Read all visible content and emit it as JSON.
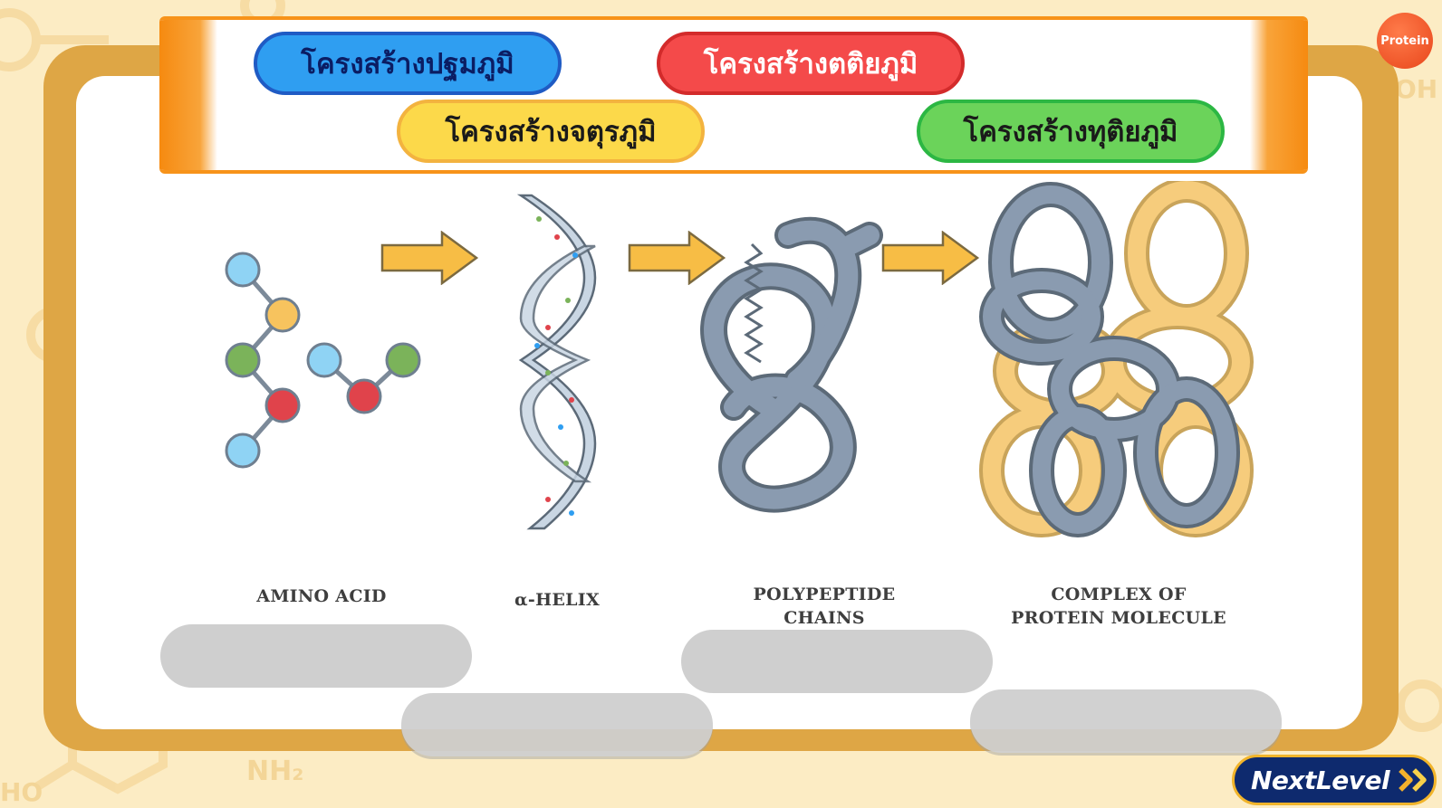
{
  "badge": {
    "label": "Protein"
  },
  "choices": [
    {
      "id": "primary",
      "label": "โครงสร้างปฐมภูมิ",
      "color": "blue"
    },
    {
      "id": "tertiary",
      "label": "โครงสร้างตติยภูมิ",
      "color": "red"
    },
    {
      "id": "quaternary",
      "label": "โครงสร้างจตุรภูมิ",
      "color": "yellow"
    },
    {
      "id": "secondary",
      "label": "โครงสร้างทุติยภูมิ",
      "color": "green"
    }
  ],
  "stages": [
    {
      "label": "AMINO ACID"
    },
    {
      "label": "α-HELIX"
    },
    {
      "label": "POLYPEPTIDE\nCHAINS"
    },
    {
      "label": "COMPLEX OF\nPROTEIN MOLECULE"
    }
  ],
  "drop_zones": [
    "",
    "",
    "",
    ""
  ],
  "background_labels": {
    "nh2": "NH₂",
    "ho": "HO",
    "oh": "OH"
  },
  "next_button": {
    "label": "NextLevel"
  },
  "colors": {
    "frame": "#dea645",
    "header_orange": "#f7931a",
    "background": "#fcecc4"
  }
}
